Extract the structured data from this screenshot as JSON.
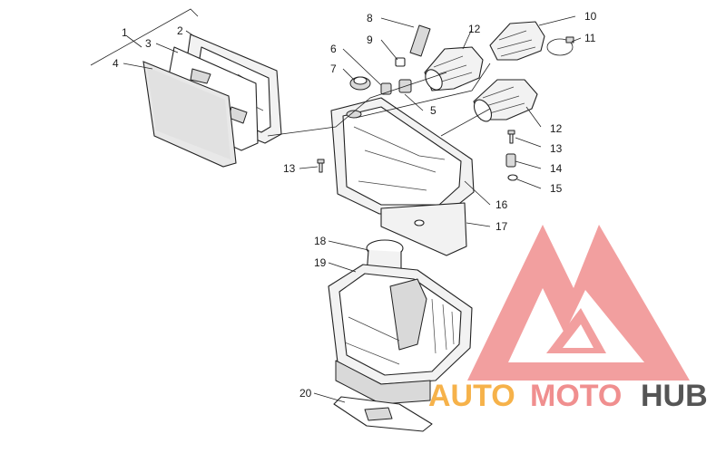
{
  "diagram": {
    "callouts": [
      {
        "id": "1",
        "label": "1"
      },
      {
        "id": "2",
        "label": "2"
      },
      {
        "id": "3",
        "label": "3"
      },
      {
        "id": "4",
        "label": "4"
      },
      {
        "id": "5",
        "label": "5"
      },
      {
        "id": "6",
        "label": "6"
      },
      {
        "id": "7",
        "label": "7"
      },
      {
        "id": "8",
        "label": "8"
      },
      {
        "id": "9",
        "label": "9"
      },
      {
        "id": "10",
        "label": "10"
      },
      {
        "id": "11",
        "label": "11"
      },
      {
        "id": "12a",
        "label": "12"
      },
      {
        "id": "12b",
        "label": "12"
      },
      {
        "id": "13a",
        "label": "13"
      },
      {
        "id": "13b",
        "label": "13"
      },
      {
        "id": "14",
        "label": "14"
      },
      {
        "id": "15",
        "label": "15"
      },
      {
        "id": "16",
        "label": "16"
      },
      {
        "id": "17",
        "label": "17"
      },
      {
        "id": "18",
        "label": "18"
      },
      {
        "id": "19",
        "label": "19"
      },
      {
        "id": "20",
        "label": "20"
      }
    ]
  },
  "watermark": {
    "part1": "AUTO",
    "part2": "MOTO",
    "part3": "HUB",
    "colors": {
      "logo": "#f08f8f",
      "auto": "#f6b24a",
      "moto": "#f08f8f",
      "hub": "#555555"
    }
  }
}
